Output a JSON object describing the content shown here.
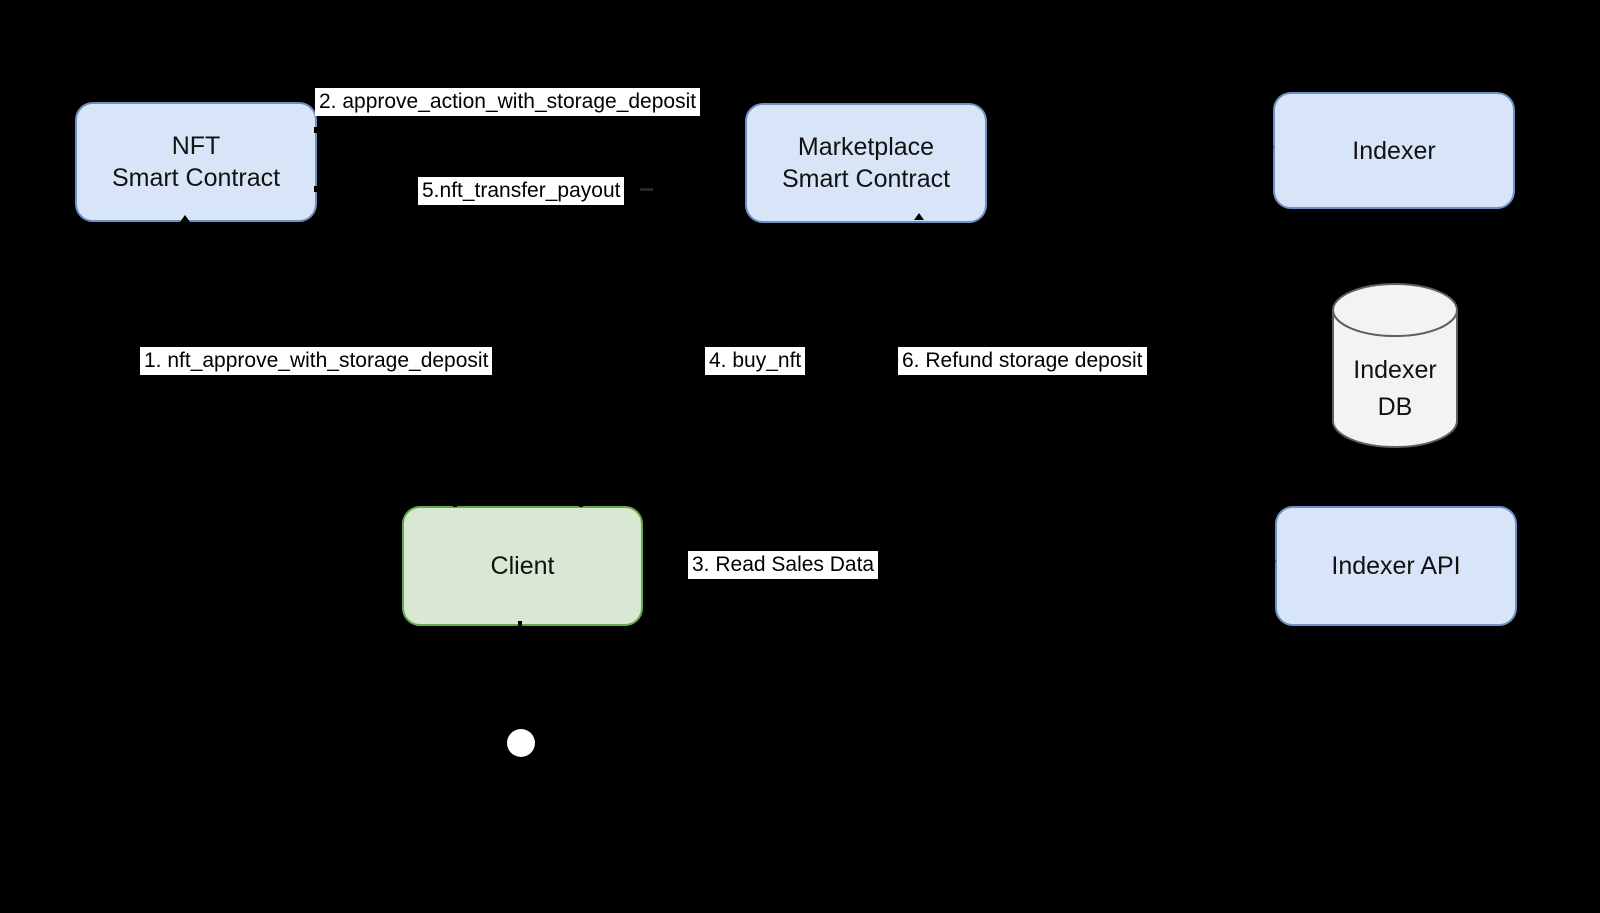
{
  "colors": {
    "canvas-bg": "#000000",
    "node-blue-fill": "#d8e5f8",
    "node-blue-border": "#6e91c5",
    "node-green-fill": "#d9e8d2",
    "node-green-border": "#6aa84f",
    "cylinder-fill": "#f3f3f3",
    "cylinder-border": "#5f5f5f",
    "edge-label-bg": "#ffffff",
    "edge-label-text": "#000000",
    "node-text": "#111111",
    "flow-dot": "#ffffff"
  },
  "nodes": {
    "nft": {
      "line1": "NFT",
      "line2": "Smart Contract"
    },
    "marketplace": {
      "line1": "Marketplace",
      "line2": "Smart Contract"
    },
    "indexer": {
      "label": "Indexer"
    },
    "indexer_db": {
      "line1": "Indexer",
      "line2": "DB"
    },
    "client": {
      "label": "Client"
    },
    "indexer_api": {
      "label": "Indexer API"
    }
  },
  "edge_labels": {
    "e1": "1. nft_approve_with_storage_deposit",
    "e2": "2. approve_action_with_storage_deposit",
    "e3": "3. Read Sales Data",
    "e4": "4. buy_nft",
    "e5": "5.nft_transfer_payout",
    "e6": "6. Refund storage deposit"
  }
}
